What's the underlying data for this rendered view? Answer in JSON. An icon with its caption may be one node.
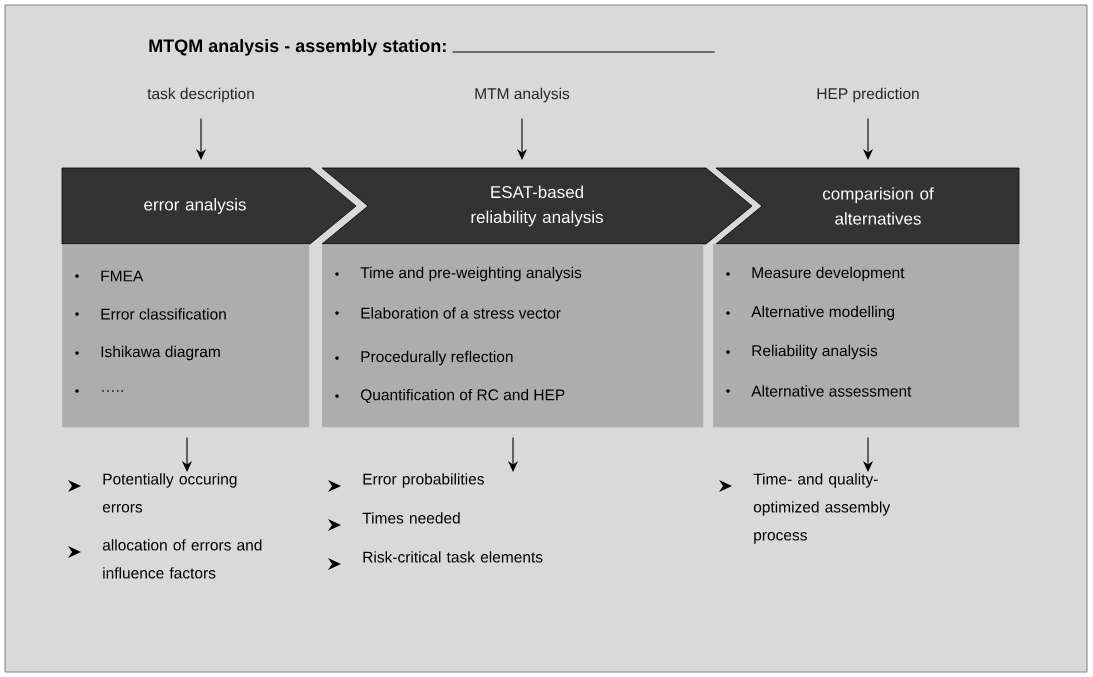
{
  "diagram": {
    "title": "MTQM analysis - assembly station:",
    "nodes": [
      {
        "text": [
          "task description"
        ]
      },
      {
        "text": [
          "MTM analysis"
        ]
      },
      {
        "text": [
          "HEP prediction"
        ]
      },
      {
        "text": [
          "error analysis"
        ]
      },
      {
        "text": [
          "ESAT-based reliability analysis"
        ]
      },
      {
        "text": [
          "comparision of alternatives"
        ]
      },
      {
        "text": [
          "FMEA",
          "Error classification",
          "Ishikawa diagram",
          "….."
        ]
      },
      {
        "text": [
          "Time and pre-weighting analysis",
          "Elaboration of a stress vector",
          "Procedurally reflection",
          "Quantification of RC and HEP"
        ]
      },
      {
        "text": [
          "Measure development",
          "Alternative modelling",
          "Reliability analysis",
          "Alternative assessment"
        ]
      },
      {
        "text": [
          "Potentially occuring errors",
          "allocation of errors and influence factors"
        ]
      },
      {
        "text": [
          "Error probabilities",
          "Times needed",
          "Risk-critical task elements"
        ]
      },
      {
        "text": [
          "Time- and quality-optimized assembly process"
        ]
      }
    ],
    "edges": [
      {
        "from": 0,
        "to": 3,
        "arrow": "to"
      },
      {
        "from": 1,
        "to": 4,
        "arrow": "to"
      },
      {
        "from": 2,
        "to": 5,
        "arrow": "to"
      },
      {
        "from": 6,
        "to": 9,
        "arrow": "to"
      },
      {
        "from": 7,
        "to": 10,
        "arrow": "to"
      },
      {
        "from": 8,
        "to": 11,
        "arrow": "to"
      }
    ]
  }
}
